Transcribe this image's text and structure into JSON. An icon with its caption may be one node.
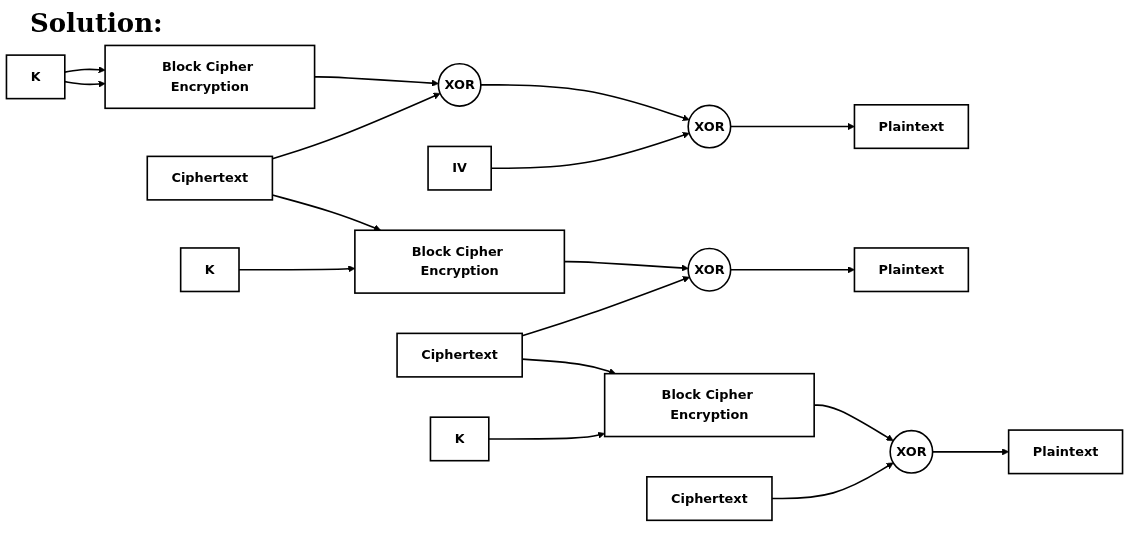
{
  "diagram": {
    "title": "Solution:",
    "nodes": [
      {
        "text": [
          "K"
        ]
      },
      {
        "text": [
          "Block Cipher Encryption"
        ]
      },
      {
        "text": [
          "XOR"
        ]
      },
      {
        "text": [
          "Ciphertext"
        ]
      },
      {
        "text": [
          "IV"
        ]
      },
      {
        "text": [
          "XOR"
        ]
      },
      {
        "text": [
          "Plaintext"
        ]
      },
      {
        "text": [
          "K"
        ]
      },
      {
        "text": [
          "Block Cipher Encryption"
        ]
      },
      {
        "text": [
          "XOR"
        ]
      },
      {
        "text": [
          "Ciphertext"
        ]
      },
      {
        "text": [
          "Plaintext"
        ]
      },
      {
        "text": [
          "K"
        ]
      },
      {
        "text": [
          "Block Cipher Encryption"
        ]
      },
      {
        "text": [
          "XOR"
        ]
      },
      {
        "text": [
          "Ciphertext"
        ]
      },
      {
        "text": [
          "Plaintext"
        ]
      }
    ],
    "edges": [
      {
        "from": 0,
        "to": 1,
        "arrow": "to"
      },
      {
        "from": 0,
        "to": 1,
        "arrow": "to"
      },
      {
        "from": 1,
        "to": 2,
        "arrow": "to"
      },
      {
        "from": 3,
        "to": 2,
        "arrow": "to"
      },
      {
        "from": 2,
        "to": 5,
        "arrow": "to"
      },
      {
        "from": 4,
        "to": 5,
        "arrow": "to"
      },
      {
        "from": 5,
        "to": 6,
        "arrow": "to"
      },
      {
        "from": 3,
        "to": 8,
        "arrow": "to"
      },
      {
        "from": 7,
        "to": 8,
        "arrow": "to"
      },
      {
        "from": 8,
        "to": 9,
        "arrow": "to"
      },
      {
        "from": 10,
        "to": 9,
        "arrow": "to"
      },
      {
        "from": 9,
        "to": 11,
        "arrow": "to"
      },
      {
        "from": 10,
        "to": 13,
        "arrow": "to"
      },
      {
        "from": 12,
        "to": 13,
        "arrow": "to"
      },
      {
        "from": 13,
        "to": 14,
        "arrow": "to"
      },
      {
        "from": 15,
        "to": 14,
        "arrow": "to"
      },
      {
        "from": 14,
        "to": 16,
        "arrow": "to"
      }
    ]
  }
}
